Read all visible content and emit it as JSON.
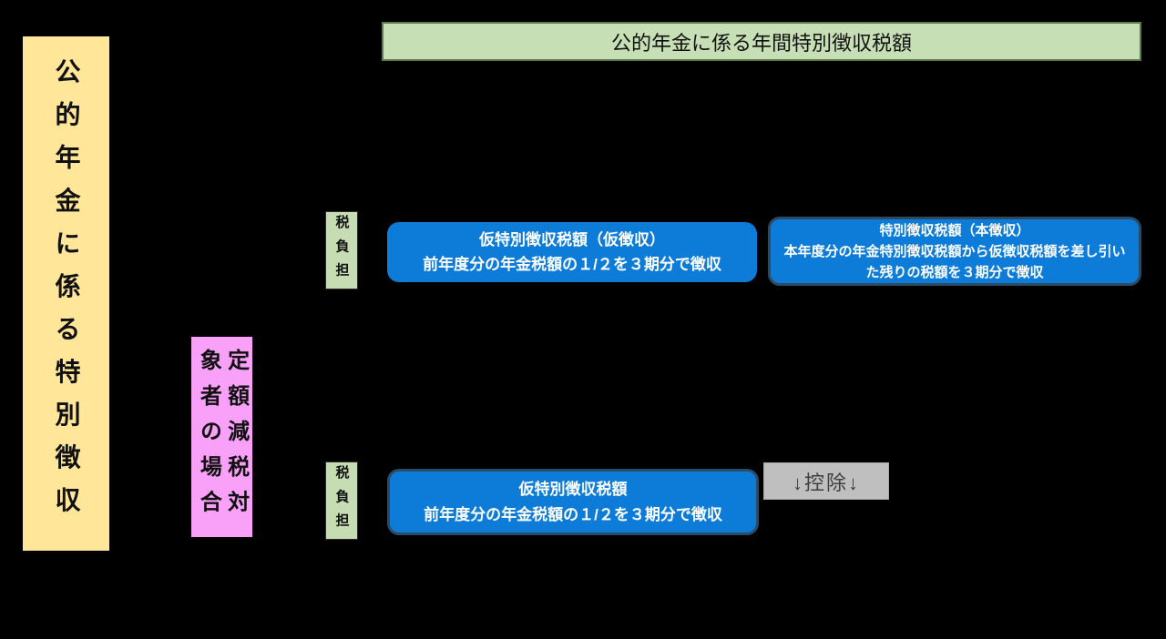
{
  "page": {
    "background_color": "#000000",
    "accent_colors": {
      "banner_yellow": "#ffe699",
      "header_green": "#c7dfb4",
      "header_green_border": "#5d7a4c",
      "condition_pink": "#f9a0f9",
      "process_blue": "#0d7cd8",
      "process_blue_border": "#2b4a66",
      "deduction_gray": "#bfbfbf"
    }
  },
  "left_banner": {
    "text": "公的年金に係る特別徴収"
  },
  "header": {
    "title": "公的年金に係る年間特別徴収税額"
  },
  "condition_box": {
    "full_text": "定額減税対象者の場合",
    "columns": [
      "定額減税対",
      "象者の場合"
    ]
  },
  "tax_burden_labels": [
    {
      "text": "税負担"
    },
    {
      "text": "税負担"
    }
  ],
  "boxes": {
    "provisional": {
      "line1": "仮特別徴収税額（仮徴収）",
      "line2": "前年度分の年金税額の１/２を３期分で徴収"
    },
    "main": {
      "line1": "特別徴収税額（本徴収）",
      "line2": "本年度分の年金特別徴収税額から仮徴収税額を差し引い",
      "line3": "た残りの税額を３期分で徴収"
    },
    "reduction_provisional": {
      "line1": "仮特別徴収税額",
      "line2": "前年度分の年金税額の１/２を３期分で徴収"
    }
  },
  "deduction": {
    "text": "↓控除↓"
  }
}
